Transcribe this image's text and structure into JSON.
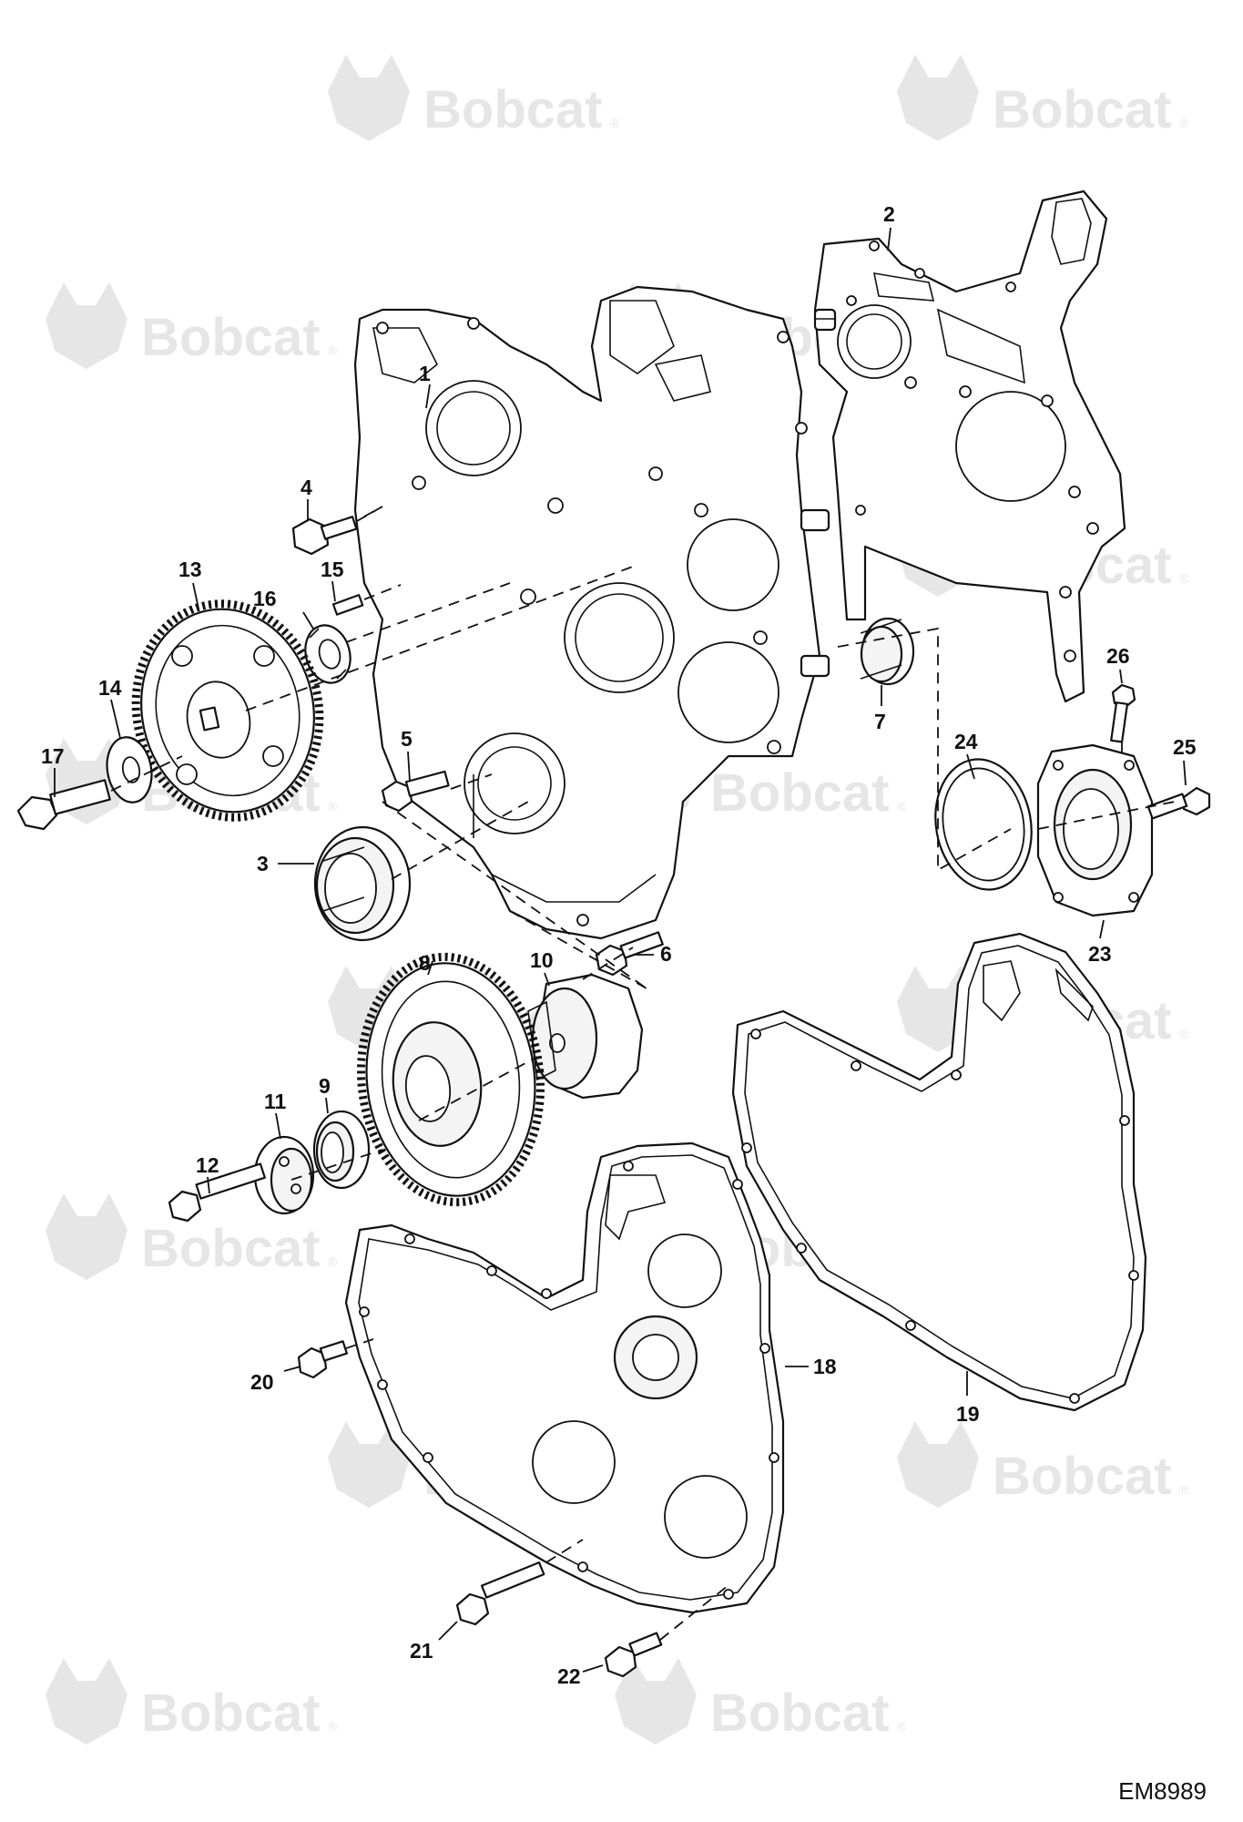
{
  "watermark": {
    "brand": "Bobcat",
    "reg": "®"
  },
  "drawing_code": "EM8989",
  "callouts": [
    "1",
    "2",
    "3",
    "4",
    "5",
    "6",
    "7",
    "8",
    "9",
    "10",
    "11",
    "12",
    "13",
    "14",
    "15",
    "16",
    "17",
    "18",
    "19",
    "20",
    "21",
    "22",
    "23",
    "24",
    "25",
    "26"
  ]
}
